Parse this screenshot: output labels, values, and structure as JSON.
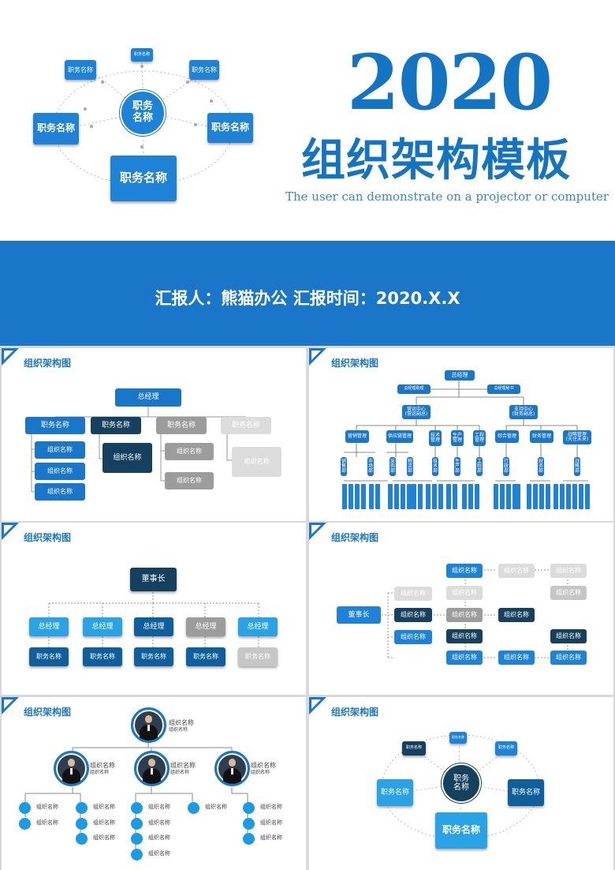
{
  "hero": {
    "year": "2020",
    "title": "组织架构模板",
    "subtitle": "The user can demonstrate on a projector or computer",
    "reporter_line": "汇报人：熊猫办公  汇报时间：2020.X.X",
    "ring": {
      "center": "职务\n名称",
      "small": "职务名称",
      "bottom": "职务名称"
    }
  },
  "panels": {
    "title": "组织架构图",
    "p1": {
      "top": "总经理",
      "a": "职务名称",
      "b": "职务名称",
      "c": "职务名称",
      "d": "职务名称",
      "sub": "组织名称"
    },
    "p2": {
      "top": "总经理",
      "l": "总经理助理",
      "r": "总经理秘书",
      "c1": "营运中心\n(营运副总)",
      "c2": "支持中心\n(财务副总)",
      "d1": "营销管理",
      "d2": "供应链管理",
      "d3": "技术\n管理",
      "d4": "生产\n管理",
      "d5": "工程\n管理",
      "d6": "综合管理",
      "d7": "财务管理",
      "d8": "战略管理\n(天住未来)",
      "e": [
        "销售部",
        "市场部",
        "采购部",
        "物流部",
        "技术部",
        "生产部",
        "工程部",
        "行政部",
        "财务部",
        "战略部"
      ]
    },
    "p3": {
      "top": "董事长",
      "row1": [
        "总经理",
        "总经理",
        "总经理",
        "总经理",
        "总经理"
      ],
      "row2": [
        "职务名称",
        "职务名称",
        "职务名称",
        "职务名称",
        "职务名称"
      ]
    },
    "p4": {
      "left": "董事长",
      "name": "组织名称"
    },
    "p5": {
      "name": "组织名称"
    },
    "p6": {
      "center": "职务\n名称",
      "name": "职务名称"
    }
  }
}
